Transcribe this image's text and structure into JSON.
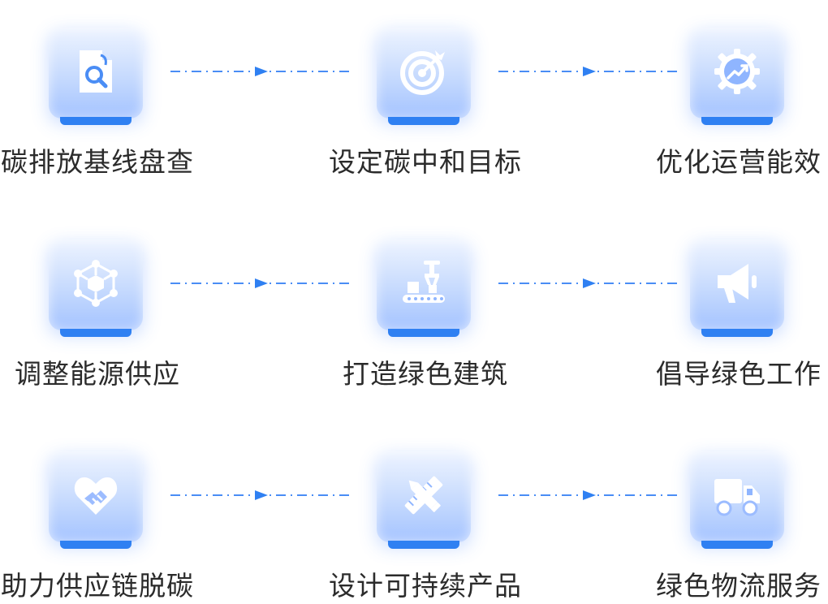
{
  "steps": [
    {
      "label": "碳排放基线盘查",
      "icon": "document-search-icon"
    },
    {
      "label": "设定碳中和目标",
      "icon": "target-icon"
    },
    {
      "label": "优化运营能效",
      "icon": "gear-chart-icon"
    },
    {
      "label": "调整能源供应",
      "icon": "network-cube-icon"
    },
    {
      "label": "打造绿色建筑",
      "icon": "robot-arm-conveyor-icon"
    },
    {
      "label": "倡导绿色工作",
      "icon": "megaphone-icon"
    },
    {
      "label": "助力供应链脱碳",
      "icon": "handshake-heart-icon"
    },
    {
      "label": "设计可持续产品",
      "icon": "pencil-ruler-icon"
    },
    {
      "label": "绿色物流服务",
      "icon": "delivery-truck-icon"
    }
  ],
  "colors": {
    "accent": "#2f80f2",
    "tile_light": "#eef4ff",
    "tile_dark": "#a4c3ff",
    "text": "#2b2b2b"
  }
}
